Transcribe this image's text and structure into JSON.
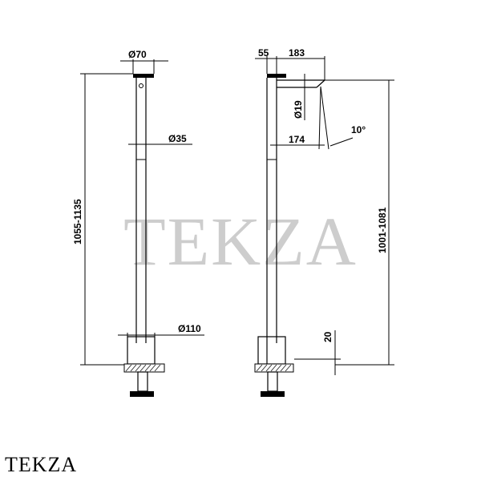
{
  "watermark": "TEKZA",
  "brand": "TEKZA",
  "left_view": {
    "diameter_top": "Ø70",
    "diameter_column": "Ø35",
    "diameter_base": "Ø110",
    "height": "1055-1135"
  },
  "right_view": {
    "offset": "55",
    "spout_length": "183",
    "diameter_spout": "Ø19",
    "spout_projection": "174",
    "angle": "10°",
    "height": "1001-1081",
    "base_height": "20"
  }
}
